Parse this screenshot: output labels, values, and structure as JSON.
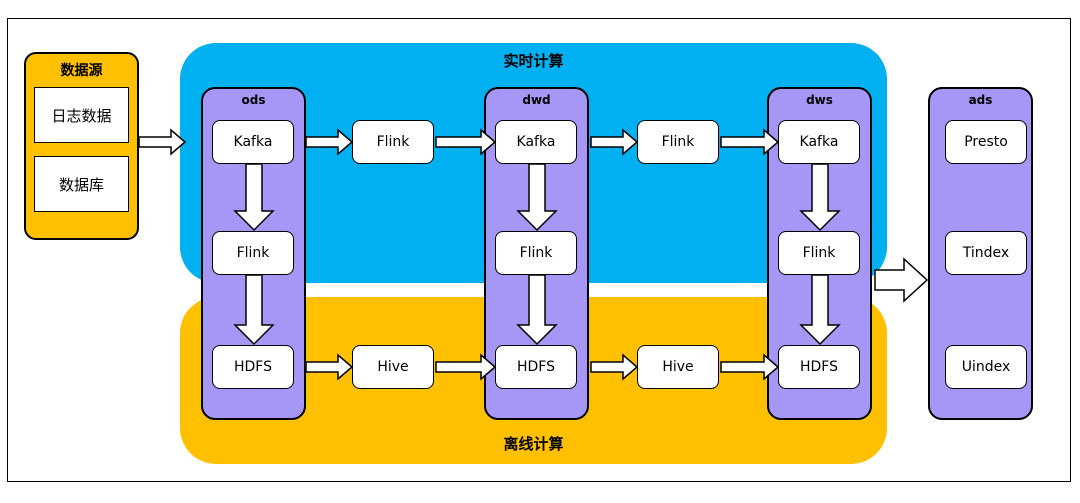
{
  "source": {
    "title": "数据源",
    "items": [
      "日志数据",
      "数据库"
    ]
  },
  "regions": {
    "realtime": "实时计算",
    "offline": "离线计算"
  },
  "layers": {
    "ods": {
      "title": "ods",
      "nodes": [
        "Kafka",
        "Flink",
        "HDFS"
      ]
    },
    "dwd": {
      "title": "dwd",
      "nodes": [
        "Kafka",
        "Flink",
        "HDFS"
      ]
    },
    "dws": {
      "title": "dws",
      "nodes": [
        "Kafka",
        "Flink",
        "HDFS"
      ]
    },
    "ads": {
      "title": "ads",
      "nodes": [
        "Presto",
        "Tindex",
        "Uindex"
      ]
    }
  },
  "connectors": {
    "realtime": [
      "Flink",
      "Flink"
    ],
    "offline": [
      "Hive",
      "Hive"
    ]
  },
  "colors": {
    "realtime_region": "#00b0f0",
    "offline_region": "#ffc000",
    "layer_fill": "#a696f6",
    "node_fill": "#ffffff"
  }
}
